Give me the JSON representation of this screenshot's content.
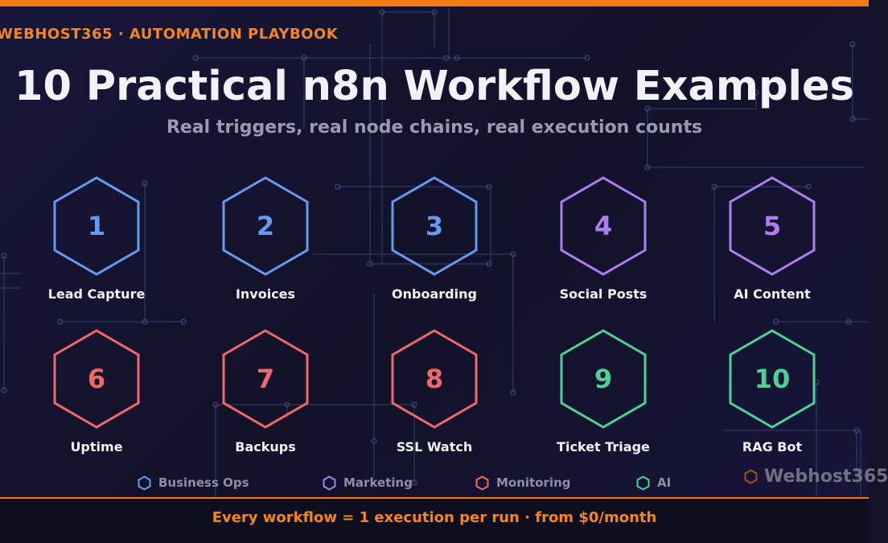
{
  "brand": "WEBHOST365 · AUTOMATION PLAYBOOK",
  "title": "10 Practical n8n Workflow Examples",
  "subtitle": "Real triggers, real node chains, real execution counts",
  "colors": {
    "accent": "#f47a16",
    "business_ops": "#6699f0",
    "marketing": "#b07df0",
    "monitoring": "#f06868",
    "ai": "#4dd295"
  },
  "workflows": [
    {
      "number": "1",
      "label": "Lead Capture",
      "category": "business_ops"
    },
    {
      "number": "2",
      "label": "Invoices",
      "category": "business_ops"
    },
    {
      "number": "3",
      "label": "Onboarding",
      "category": "business_ops"
    },
    {
      "number": "4",
      "label": "Social Posts",
      "category": "marketing"
    },
    {
      "number": "5",
      "label": "AI Content",
      "category": "marketing"
    },
    {
      "number": "6",
      "label": "Uptime",
      "category": "monitoring"
    },
    {
      "number": "7",
      "label": "Backups",
      "category": "monitoring"
    },
    {
      "number": "8",
      "label": "SSL Watch",
      "category": "monitoring"
    },
    {
      "number": "9",
      "label": "Ticket Triage",
      "category": "ai"
    },
    {
      "number": "10",
      "label": "RAG Bot",
      "category": "ai"
    }
  ],
  "legend": [
    {
      "label": "Business Ops",
      "category": "business_ops",
      "icon": "hexagon-icon"
    },
    {
      "label": "Marketing",
      "category": "marketing",
      "icon": "hexagon-icon"
    },
    {
      "label": "Monitoring",
      "category": "monitoring",
      "icon": "hexagon-icon"
    },
    {
      "label": "AI",
      "category": "ai",
      "icon": "hexagon-icon"
    }
  ],
  "watermark": "Webhost365",
  "footer": "Every workflow = 1 execution per run · from $0/month"
}
